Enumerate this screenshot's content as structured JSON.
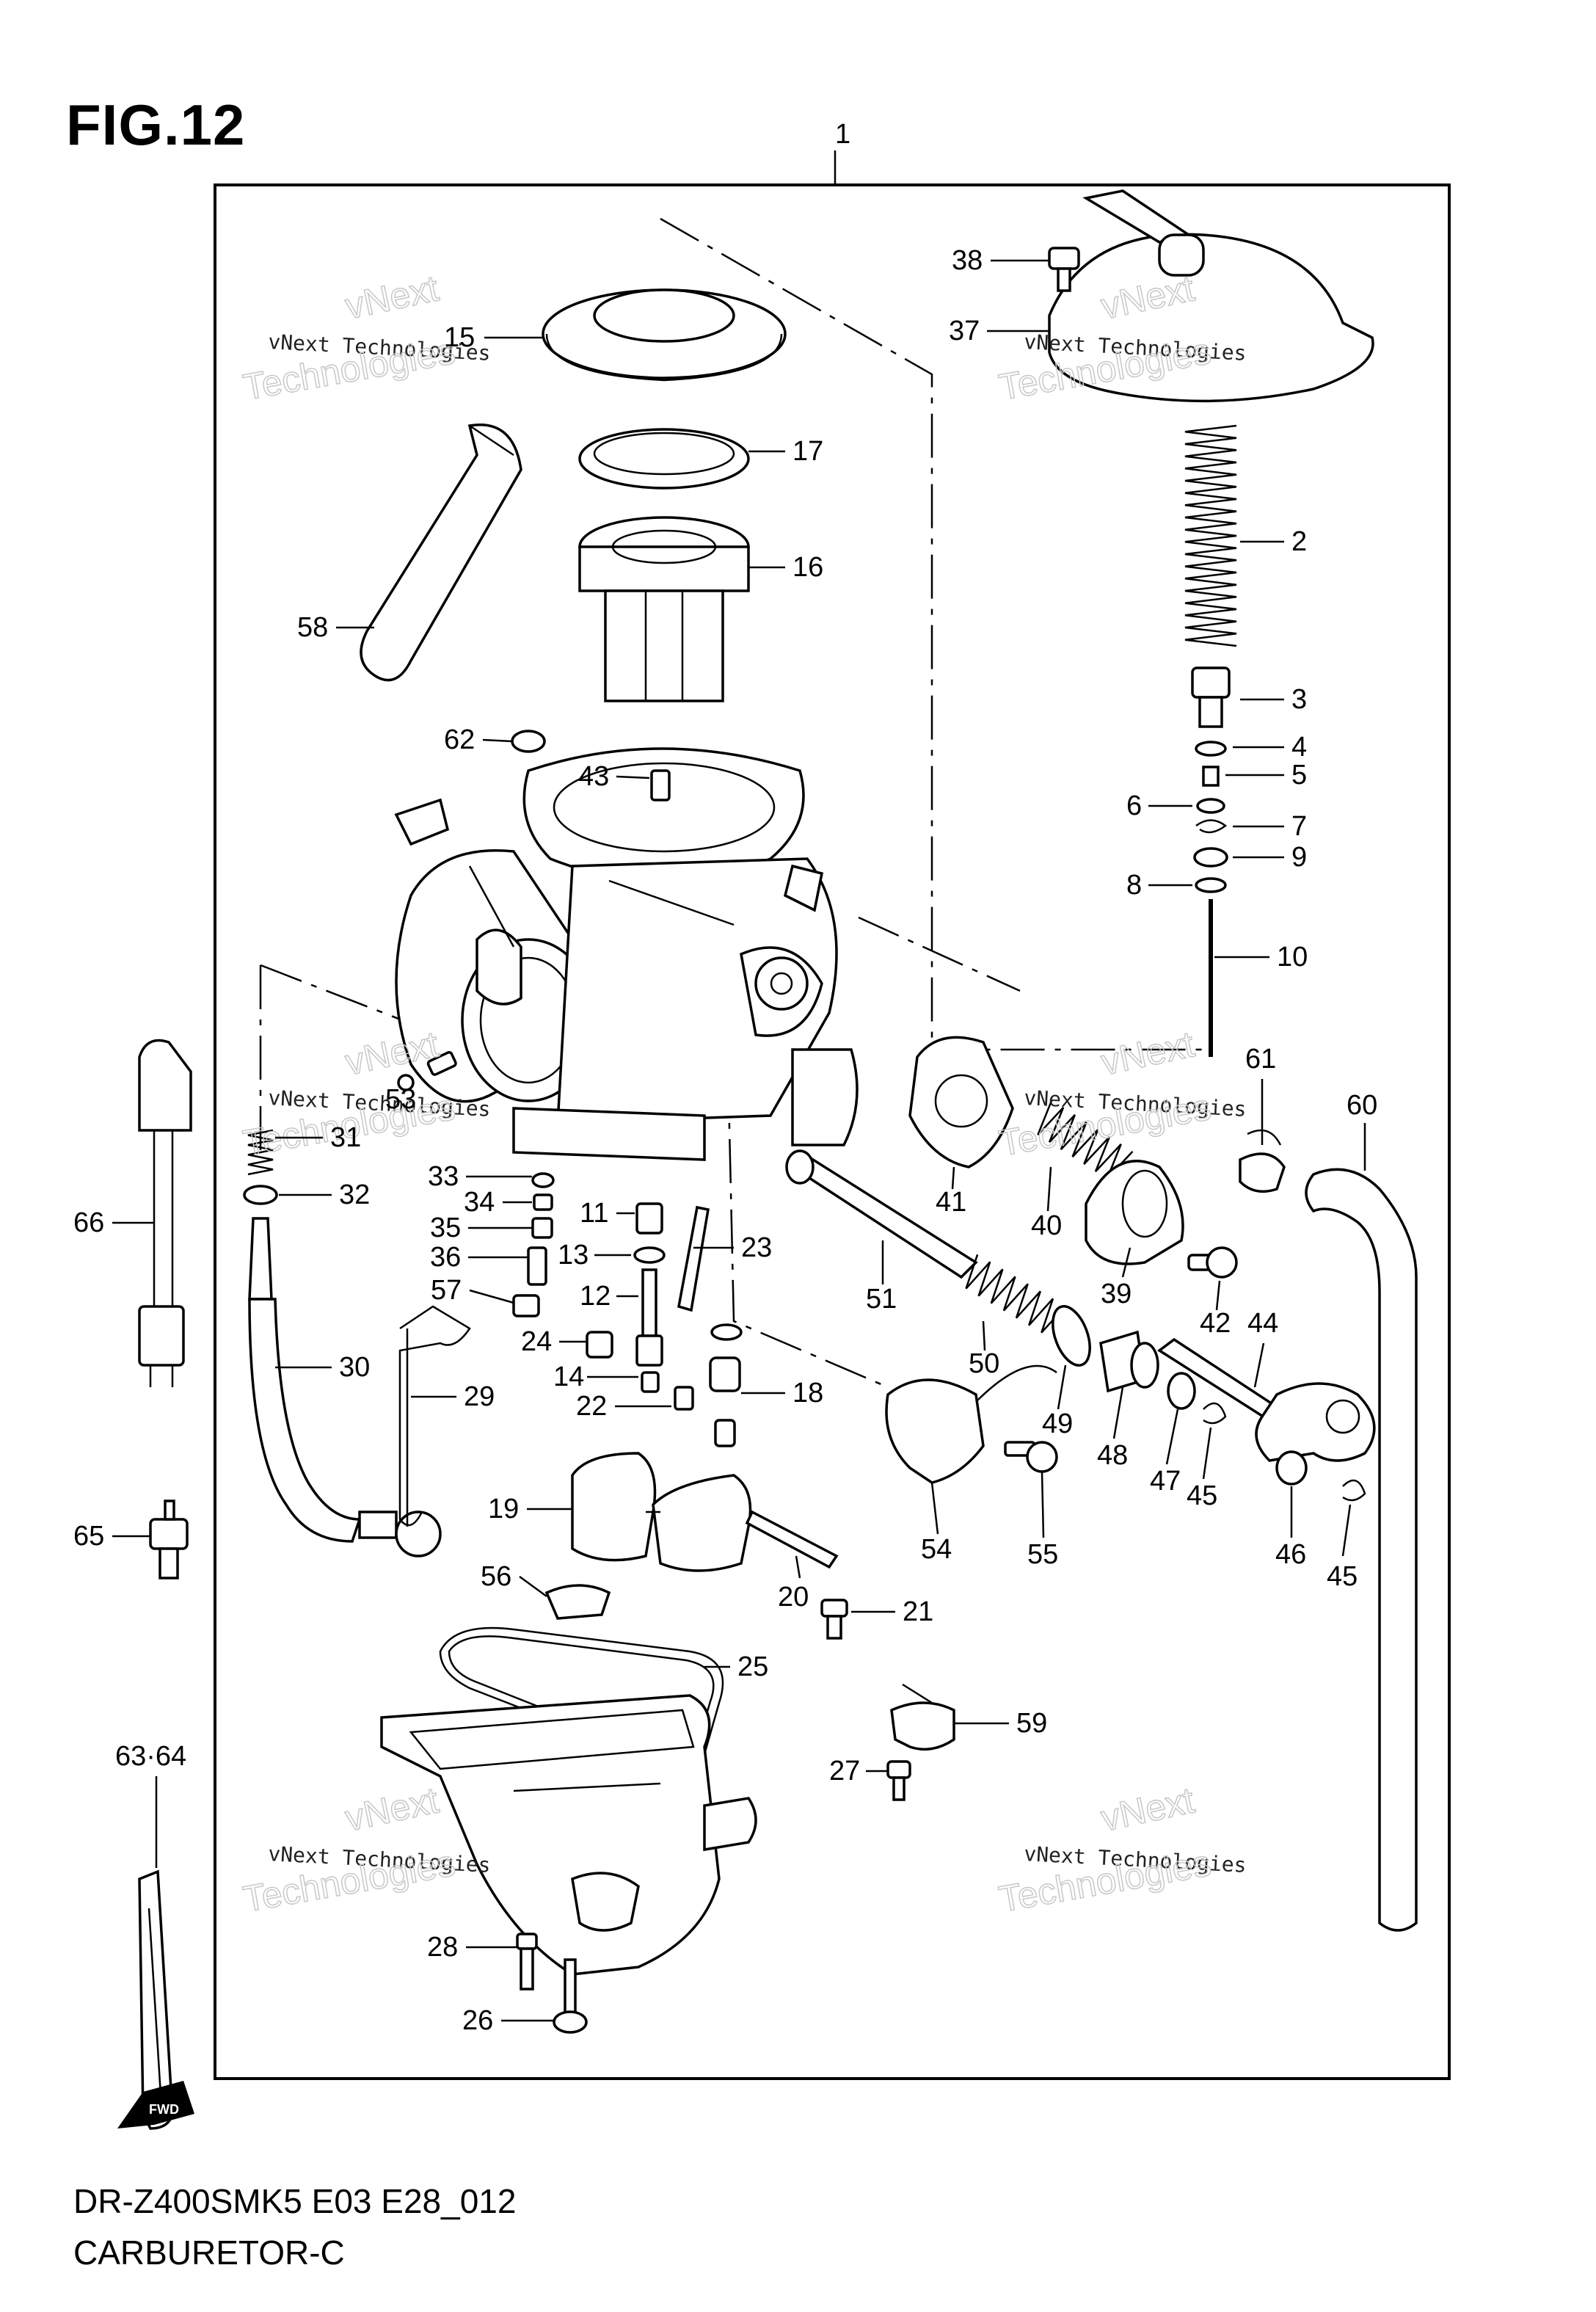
{
  "figure": {
    "title": "FIG.12",
    "model_code": "DR-Z400SMK5 E03 E28_012",
    "caption": "CARBURETOR-C",
    "fwd_label": "FWD"
  },
  "watermark": {
    "line1": "vNext Technologies",
    "line2": "Technologies",
    "line3": "vNext"
  },
  "callouts": [
    {
      "id": "1",
      "label": "1"
    },
    {
      "id": "2",
      "label": "2"
    },
    {
      "id": "3",
      "label": "3"
    },
    {
      "id": "4",
      "label": "4"
    },
    {
      "id": "5",
      "label": "5"
    },
    {
      "id": "6",
      "label": "6"
    },
    {
      "id": "7",
      "label": "7"
    },
    {
      "id": "8",
      "label": "8"
    },
    {
      "id": "9",
      "label": "9"
    },
    {
      "id": "10",
      "label": "10"
    },
    {
      "id": "11",
      "label": "11"
    },
    {
      "id": "12",
      "label": "12"
    },
    {
      "id": "13",
      "label": "13"
    },
    {
      "id": "14",
      "label": "14"
    },
    {
      "id": "15",
      "label": "15"
    },
    {
      "id": "16",
      "label": "16"
    },
    {
      "id": "17",
      "label": "17"
    },
    {
      "id": "18",
      "label": "18"
    },
    {
      "id": "19",
      "label": "19"
    },
    {
      "id": "20",
      "label": "20"
    },
    {
      "id": "21",
      "label": "21"
    },
    {
      "id": "22",
      "label": "22"
    },
    {
      "id": "23",
      "label": "23"
    },
    {
      "id": "24",
      "label": "24"
    },
    {
      "id": "25",
      "label": "25"
    },
    {
      "id": "26",
      "label": "26"
    },
    {
      "id": "27",
      "label": "27"
    },
    {
      "id": "28",
      "label": "28"
    },
    {
      "id": "29",
      "label": "29"
    },
    {
      "id": "30",
      "label": "30"
    },
    {
      "id": "31",
      "label": "31"
    },
    {
      "id": "32",
      "label": "32"
    },
    {
      "id": "33",
      "label": "33"
    },
    {
      "id": "34",
      "label": "34"
    },
    {
      "id": "35",
      "label": "35"
    },
    {
      "id": "36",
      "label": "36"
    },
    {
      "id": "37",
      "label": "37"
    },
    {
      "id": "38",
      "label": "38"
    },
    {
      "id": "39",
      "label": "39"
    },
    {
      "id": "40",
      "label": "40"
    },
    {
      "id": "41",
      "label": "41"
    },
    {
      "id": "42",
      "label": "42"
    },
    {
      "id": "43",
      "label": "43"
    },
    {
      "id": "44",
      "label": "44"
    },
    {
      "id": "45a",
      "label": "45"
    },
    {
      "id": "45b",
      "label": "45"
    },
    {
      "id": "46",
      "label": "46"
    },
    {
      "id": "47",
      "label": "47"
    },
    {
      "id": "48",
      "label": "48"
    },
    {
      "id": "49",
      "label": "49"
    },
    {
      "id": "50",
      "label": "50"
    },
    {
      "id": "51",
      "label": "51"
    },
    {
      "id": "53",
      "label": "53"
    },
    {
      "id": "54",
      "label": "54"
    },
    {
      "id": "55",
      "label": "55"
    },
    {
      "id": "56",
      "label": "56"
    },
    {
      "id": "57",
      "label": "57"
    },
    {
      "id": "58",
      "label": "58"
    },
    {
      "id": "59",
      "label": "59"
    },
    {
      "id": "60",
      "label": "60"
    },
    {
      "id": "61",
      "label": "61"
    },
    {
      "id": "62",
      "label": "62"
    },
    {
      "id": "63-64",
      "label": "63·64"
    },
    {
      "id": "65",
      "label": "65"
    },
    {
      "id": "66",
      "label": "66"
    }
  ]
}
